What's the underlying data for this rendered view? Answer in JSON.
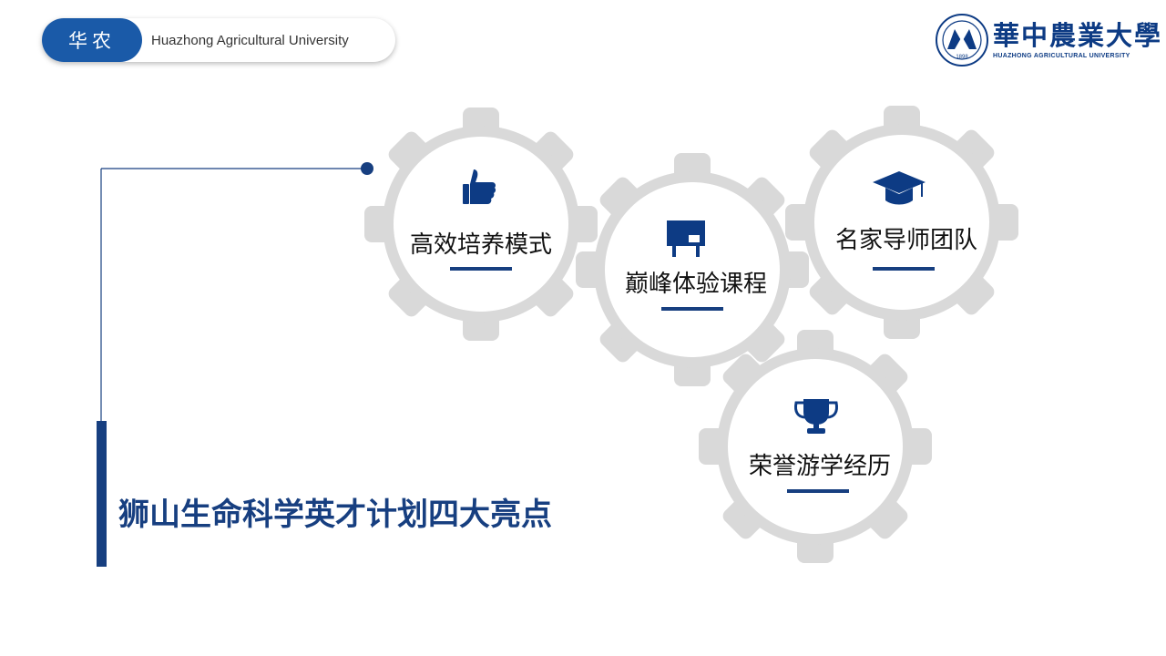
{
  "header": {
    "tag": "华农",
    "university_en": "Huazhong Agricultural University"
  },
  "logo": {
    "name_cn": "華中農業大學",
    "name_en": "HUAZHONG AGRICULTURAL UNIVERSITY",
    "seal_year": "1898"
  },
  "title": "狮山生命科学英才计划四大亮点",
  "highlights": [
    {
      "label": "高效培养模式",
      "icon": "thumbs-up-icon"
    },
    {
      "label": "巅峰体验课程",
      "icon": "presentation-board-icon"
    },
    {
      "label": "名家导师团队",
      "icon": "graduation-cap-icon"
    },
    {
      "label": "荣誉游学经历",
      "icon": "trophy-icon"
    }
  ],
  "colors": {
    "accent": "#1a5aa8",
    "title": "#173f80",
    "icon": "#0d3b84",
    "gear": "#d9d9d9",
    "underline": "#173f80"
  }
}
